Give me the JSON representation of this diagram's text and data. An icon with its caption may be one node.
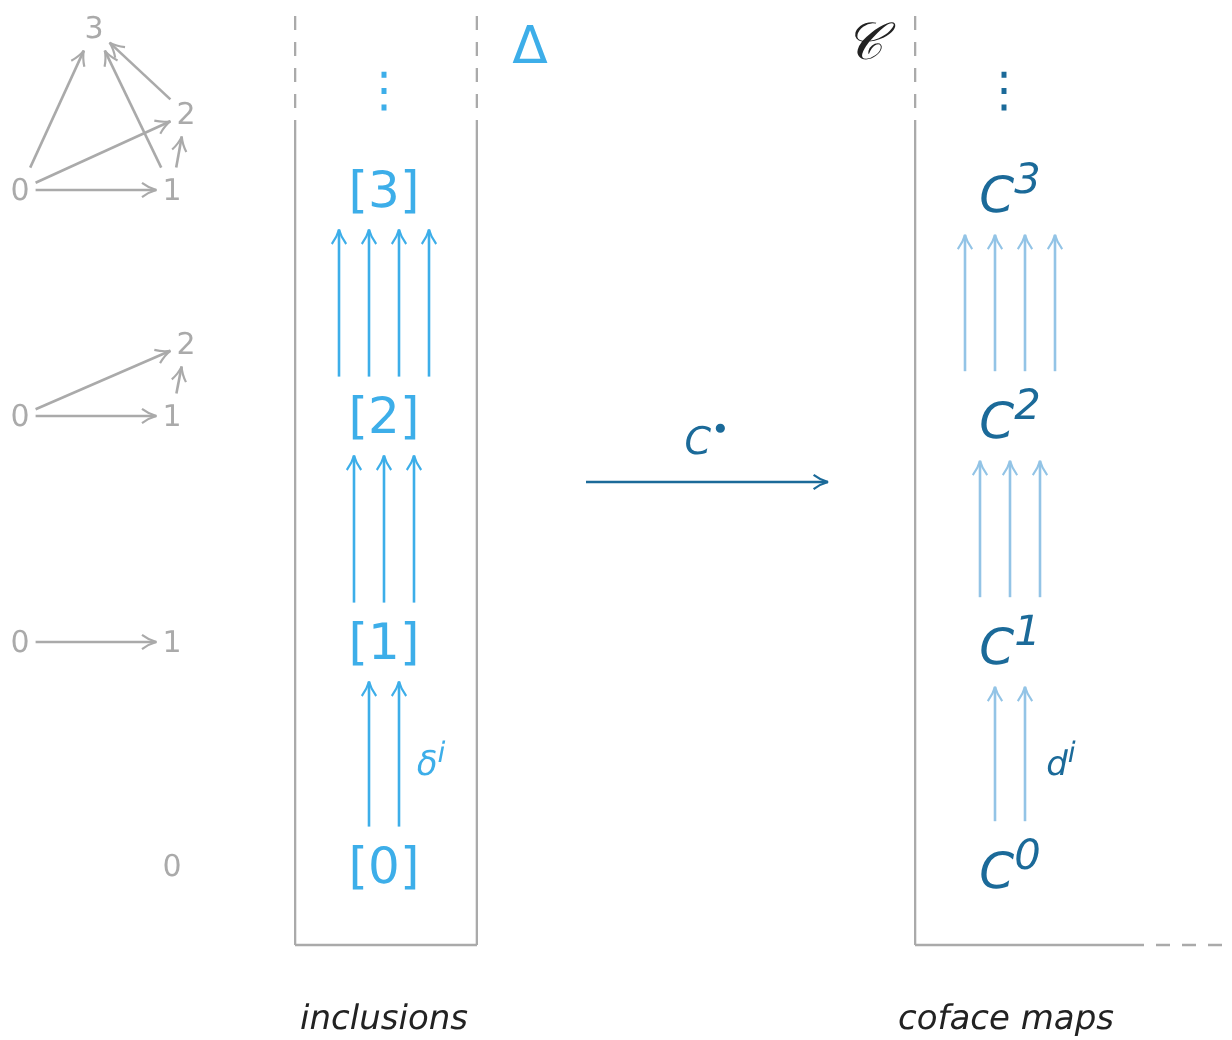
{
  "diagram": {
    "nodes": [
      {
        "text": [
          "Δ"
        ],
        "beside": [
          "inclusions"
        ]
      },
      {
        "text": [
          "⋮"
        ],
        "in": 0
      },
      {
        "text": [
          "[3]"
        ],
        "in": 0
      },
      {
        "text": [
          "[2]"
        ],
        "in": 0
      },
      {
        "text": [
          "[1]"
        ],
        "in": 0
      },
      {
        "text": [
          "[0]"
        ],
        "in": 0
      },
      {
        "text": [
          "𝒞"
        ],
        "beside": [
          "coface maps"
        ]
      },
      {
        "text": [
          "⋮"
        ],
        "in": 6
      },
      {
        "text": [
          "C$^{3}$"
        ],
        "in": 6
      },
      {
        "text": [
          "C$^{2}$"
        ],
        "in": 6
      },
      {
        "text": [
          "C$^{1}$"
        ],
        "in": 6
      },
      {
        "text": [
          "C$^{0}$"
        ],
        "in": 6
      },
      {
        "text": [
          "3"
        ]
      },
      {
        "text": [
          "2"
        ]
      },
      {
        "text": [
          "0"
        ]
      },
      {
        "text": [
          "1"
        ]
      },
      {
        "text": [
          "2"
        ]
      },
      {
        "text": [
          "0"
        ]
      },
      {
        "text": [
          "1"
        ]
      },
      {
        "text": [
          "0"
        ]
      },
      {
        "text": [
          "1"
        ]
      },
      {
        "text": [
          "0"
        ]
      }
    ],
    "edges": [
      {
        "from": 14,
        "to": 12,
        "arrow": "to"
      },
      {
        "from": 14,
        "to": 13,
        "arrow": "to"
      },
      {
        "from": 14,
        "to": 15,
        "arrow": "to"
      },
      {
        "from": 15,
        "to": 12,
        "arrow": "to"
      },
      {
        "from": 13,
        "to": 12,
        "arrow": "to"
      },
      {
        "from": 15,
        "to": 13,
        "arrow": "to"
      },
      {
        "from": 17,
        "to": 16,
        "arrow": "to"
      },
      {
        "from": 17,
        "to": 18,
        "arrow": "to"
      },
      {
        "from": 18,
        "to": 16,
        "arrow": "to"
      },
      {
        "from": 19,
        "to": 20,
        "arrow": "to"
      },
      {
        "from": 5,
        "to": 4,
        "arrow": "to",
        "color": "#3daee9"
      },
      {
        "from": 5,
        "to": 4,
        "arrow": "to",
        "color": "#3daee9",
        "label": "δ$^{i}$"
      },
      {
        "from": 4,
        "to": 3,
        "arrow": "to",
        "color": "#3daee9"
      },
      {
        "from": 4,
        "to": 3,
        "arrow": "to",
        "color": "#3daee9"
      },
      {
        "from": 4,
        "to": 3,
        "arrow": "to",
        "color": "#3daee9"
      },
      {
        "from": 3,
        "to": 2,
        "arrow": "to",
        "color": "#3daee9"
      },
      {
        "from": 3,
        "to": 2,
        "arrow": "to",
        "color": "#3daee9"
      },
      {
        "from": 3,
        "to": 2,
        "arrow": "to",
        "color": "#3daee9"
      },
      {
        "from": 3,
        "to": 2,
        "arrow": "to",
        "color": "#3daee9"
      },
      {
        "from": 0,
        "to": 6,
        "arrow": "to",
        "color": "#1b6a99",
        "label": "C$^{•}$"
      },
      {
        "from": 11,
        "to": 10,
        "arrow": "to",
        "color": "#93c4e6"
      },
      {
        "from": 11,
        "to": 10,
        "arrow": "to",
        "color": "#93c4e6",
        "label": "d$^{i}$"
      },
      {
        "from": 10,
        "to": 9,
        "arrow": "to",
        "color": "#93c4e6"
      },
      {
        "from": 10,
        "to": 9,
        "arrow": "to",
        "color": "#93c4e6"
      },
      {
        "from": 10,
        "to": 9,
        "arrow": "to",
        "color": "#93c4e6"
      },
      {
        "from": 9,
        "to": 8,
        "arrow": "to",
        "color": "#93c4e6"
      },
      {
        "from": 9,
        "to": 8,
        "arrow": "to",
        "color": "#93c4e6"
      },
      {
        "from": 9,
        "to": 8,
        "arrow": "to",
        "color": "#93c4e6"
      },
      {
        "from": 9,
        "to": 8,
        "arrow": "to",
        "color": "#93c4e6"
      }
    ]
  }
}
